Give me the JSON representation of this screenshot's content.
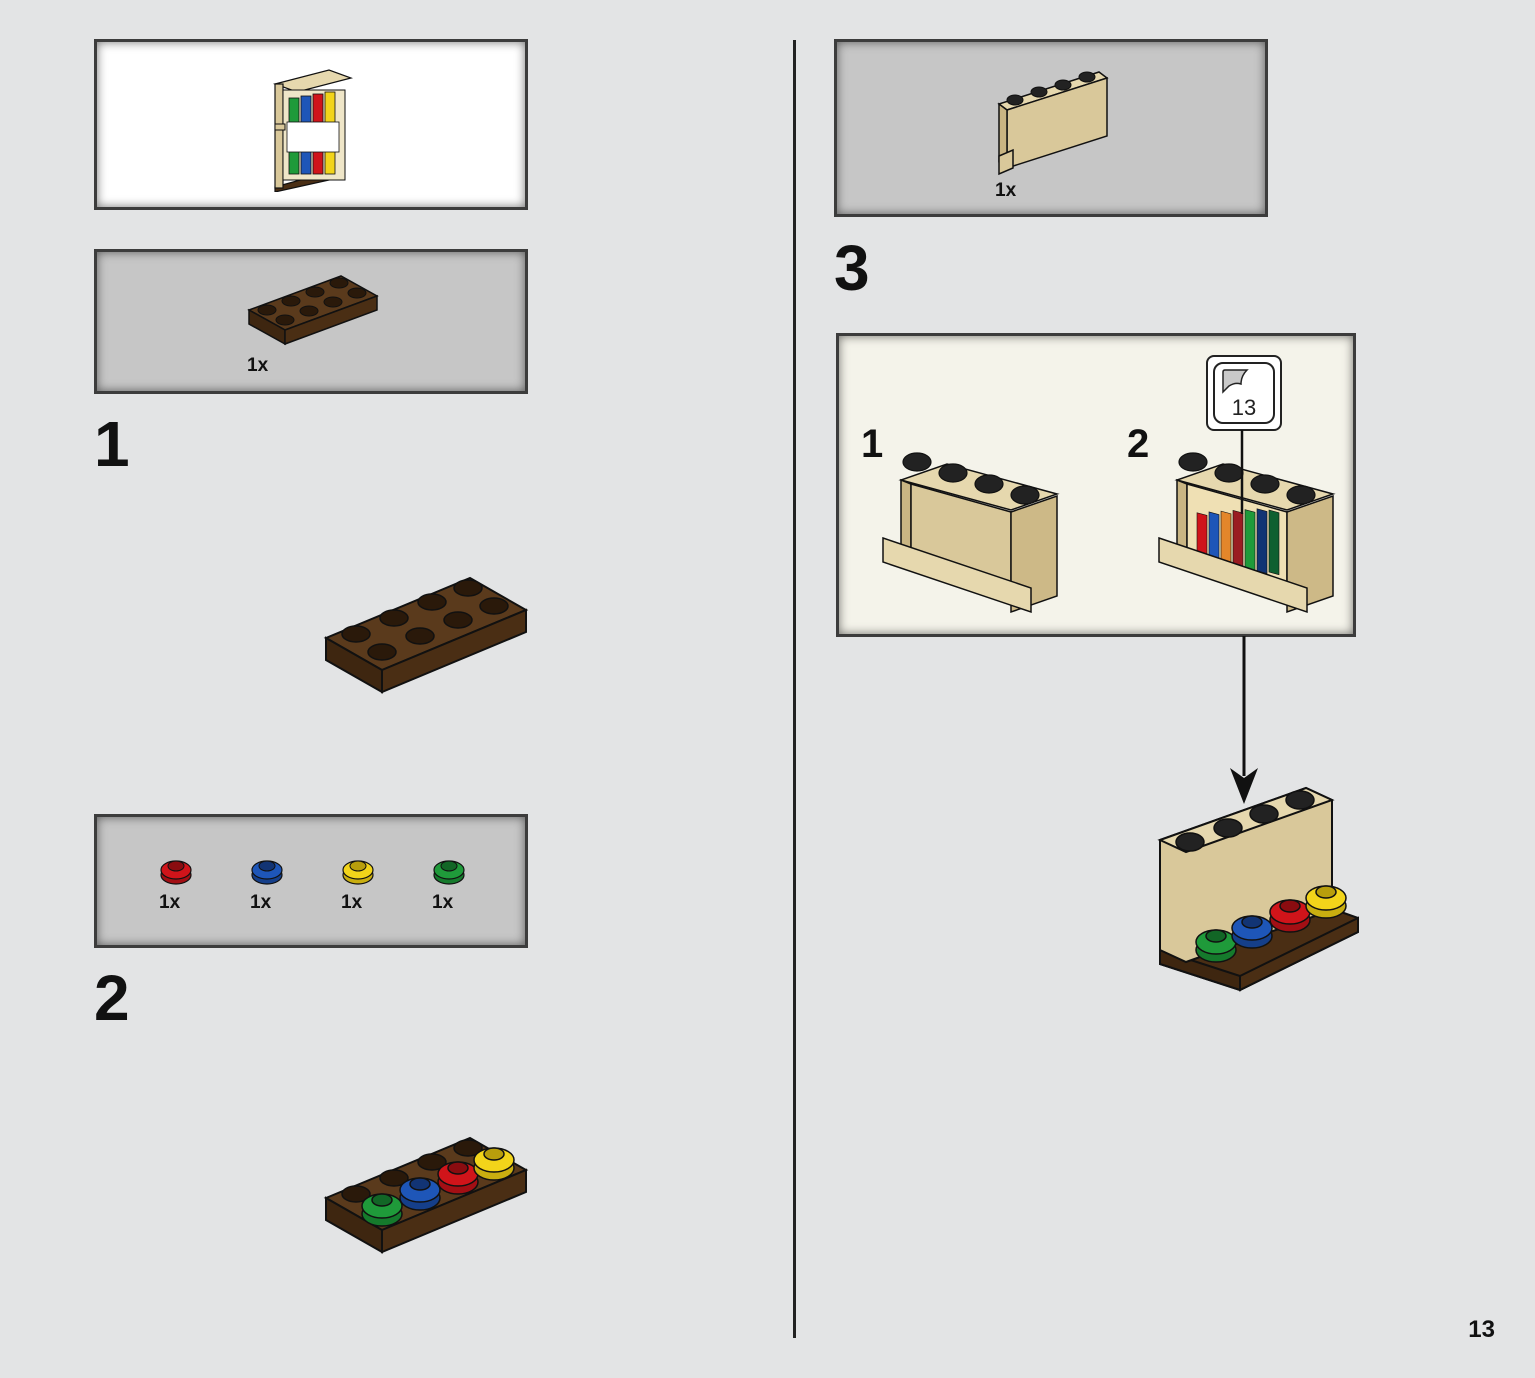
{
  "page_number": "13",
  "left_column": {
    "step1": {
      "number": "1",
      "parts": [
        {
          "qty": "1x",
          "part": "brown-plate-2x4"
        }
      ]
    },
    "step2": {
      "number": "2",
      "parts": [
        {
          "qty": "1x",
          "part": "round-plate-red"
        },
        {
          "qty": "1x",
          "part": "round-plate-blue"
        },
        {
          "qty": "1x",
          "part": "round-plate-yellow"
        },
        {
          "qty": "1x",
          "part": "round-plate-green"
        }
      ]
    }
  },
  "right_column": {
    "step3": {
      "number": "3",
      "parts": [
        {
          "qty": "1x",
          "part": "tan-panel-1x4"
        }
      ],
      "substeps": [
        {
          "number": "1"
        },
        {
          "number": "2"
        }
      ],
      "sticker": {
        "number": "13"
      }
    }
  },
  "colors": {
    "page": "#e3e4e5",
    "brown": "#4a2e14",
    "tan": "#d9c89a",
    "red": "#d0141a",
    "blue": "#1e56b8",
    "yellow": "#f2d41a",
    "green": "#1f9a3a"
  }
}
